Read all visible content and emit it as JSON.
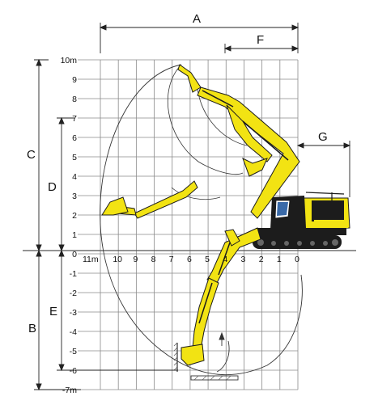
{
  "dims": {
    "A": "A",
    "B": "B",
    "C": "C",
    "D": "D",
    "E": "E",
    "F": "F",
    "G": "G"
  },
  "y_ticks": [
    "10m",
    "9",
    "8",
    "7",
    "6",
    "5",
    "4",
    "3",
    "2",
    "1",
    "0",
    "-1",
    "-2",
    "-3",
    "-4",
    "-5",
    "-6",
    "-7m"
  ],
  "x_ticks": [
    "11m",
    "10",
    "9",
    "8",
    "7",
    "6",
    "5",
    "4",
    "3",
    "2",
    "1",
    "0"
  ],
  "colors": {
    "grid": "#8a8a8a",
    "machine_yellow": "#f2e313",
    "machine_dark": "#1c1c1c",
    "envelope": "#333333"
  }
}
